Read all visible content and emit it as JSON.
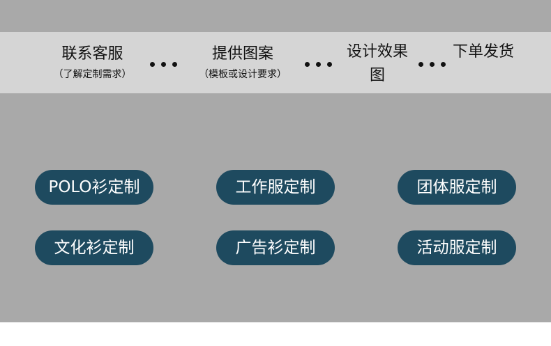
{
  "steps": [
    {
      "title": "联系客服",
      "note": "（了解定制需求）"
    },
    {
      "title": "提供图案",
      "note": "（模板或设计要求）"
    },
    {
      "title": "设计效果图",
      "note": ""
    },
    {
      "title": "下单发货",
      "note": ""
    }
  ],
  "services": [
    {
      "label": "POLO衫定制"
    },
    {
      "label": "工作服定制"
    },
    {
      "label": "团体服定制"
    },
    {
      "label": "文化衫定制"
    },
    {
      "label": "广告衫定制"
    },
    {
      "label": "活动服定制"
    }
  ],
  "colors": {
    "panel_bg": "#a9a9a9",
    "band_bg": "#d5d5d5",
    "pill_bg": "#1e4a5f",
    "pill_text": "#ffffff"
  }
}
